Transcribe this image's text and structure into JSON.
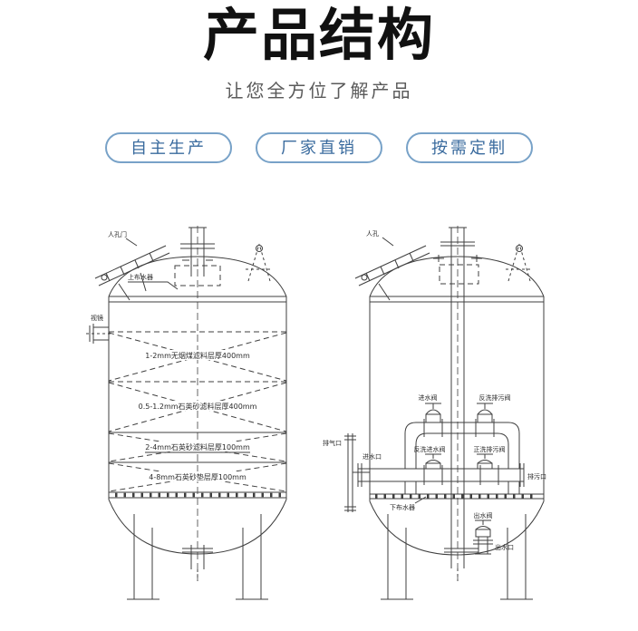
{
  "header": {
    "title": "产品结构",
    "subtitle": "让您全方位了解产品",
    "badges": [
      {
        "label": "自主生产"
      },
      {
        "label": "厂家直销"
      },
      {
        "label": "按需定制"
      }
    ]
  },
  "colors": {
    "badge_text": "#3a6b9e",
    "badge_border": "#78a2c8",
    "line_color": "#3f3f3f",
    "label_color": "#2b2b2b"
  },
  "left_tank": {
    "labels": {
      "manhole": "人孔门",
      "upper_distributor": "上布水器",
      "sight_glass": "视镜",
      "layer_1": "1-2mm无烟煤滤料层厚400mm",
      "layer_2": "0.5-1.2mm石英砂滤料层厚400mm",
      "layer_3": "2-4mm石英砂滤料层厚100mm",
      "layer_4": "4-8mm石英砂垫层厚100mm"
    }
  },
  "right_tank": {
    "labels": {
      "manhole": "人孔",
      "inlet_valve": "进水阀",
      "backwash_drain_valve": "反洗排污阀",
      "backwash_inlet_valve": "反洗进水阀",
      "rinse_drain_valve": "正洗排污阀",
      "vent_port": "排气口",
      "inlet_port": "进水口",
      "drain_port": "排污口",
      "lower_distributor": "下布水器",
      "outlet_valve": "出水阀",
      "outlet_port": "出水口"
    }
  }
}
